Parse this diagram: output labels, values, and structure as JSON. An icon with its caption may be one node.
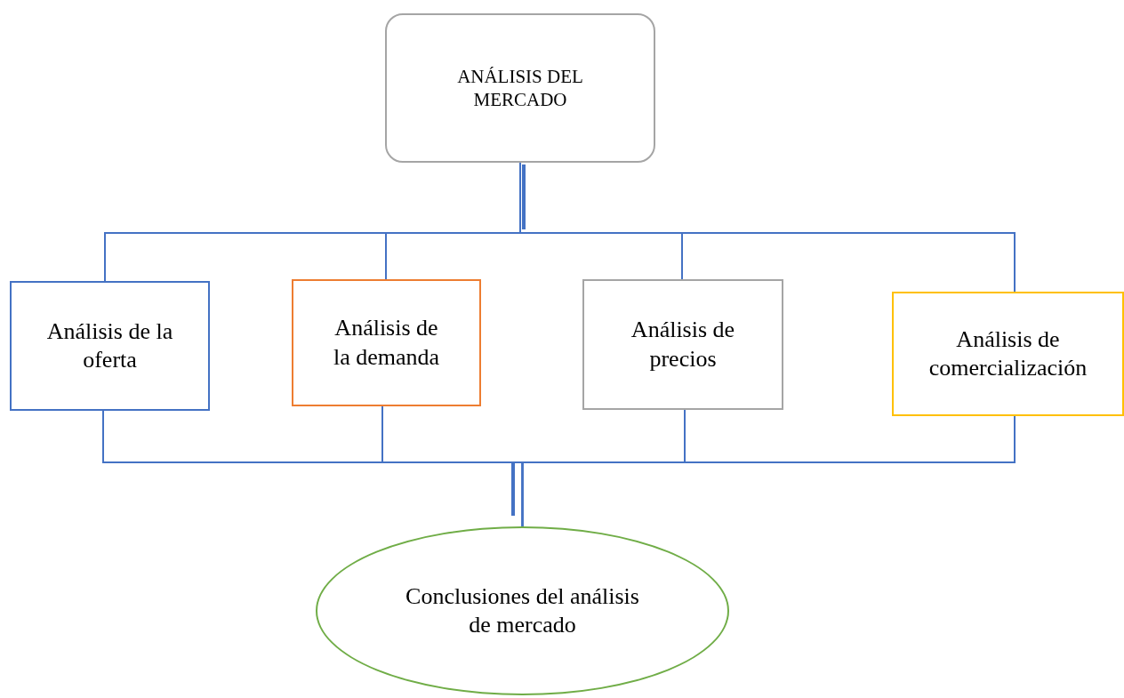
{
  "diagram": {
    "nodes": [
      {
        "text": [
          "ANÁLISIS DEL MERCADO"
        ]
      },
      {
        "text": [
          "Análisis de la oferta"
        ]
      },
      {
        "text": [
          "Análisis de la demanda"
        ]
      },
      {
        "text": [
          "Análisis de precios"
        ]
      },
      {
        "text": [
          "Análisis de comercialización"
        ]
      },
      {
        "text": [
          "Conclusiones del análisis de mercado"
        ]
      }
    ],
    "edges": [
      {
        "from": 0,
        "to": 1,
        "arrow": "none"
      },
      {
        "from": 0,
        "to": 2,
        "arrow": "none"
      },
      {
        "from": 0,
        "to": 3,
        "arrow": "none"
      },
      {
        "from": 0,
        "to": 4,
        "arrow": "none"
      },
      {
        "from": 1,
        "to": 5,
        "arrow": "none"
      },
      {
        "from": 2,
        "to": 5,
        "arrow": "none"
      },
      {
        "from": 3,
        "to": 5,
        "arrow": "none"
      },
      {
        "from": 4,
        "to": 5,
        "arrow": "none"
      }
    ]
  }
}
